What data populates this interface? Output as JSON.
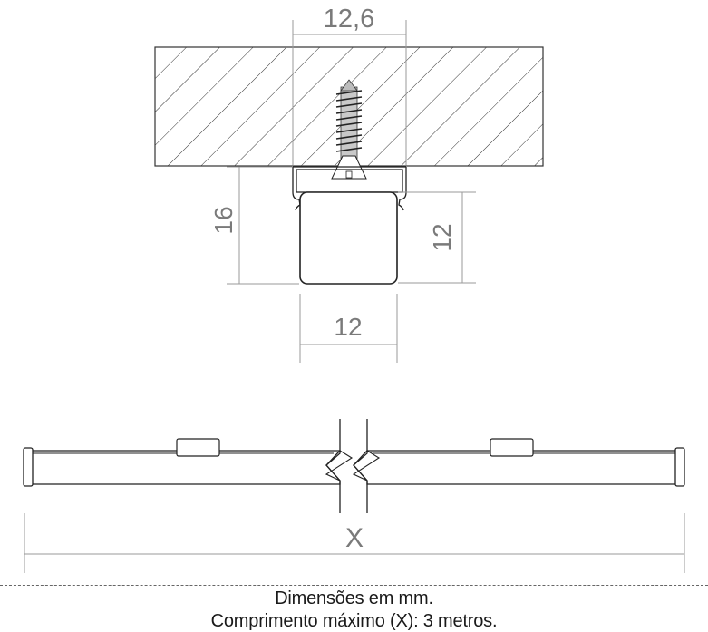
{
  "dimensions": {
    "mount_width": "12,6",
    "total_height": "16",
    "profile_height": "12",
    "profile_width": "12",
    "length": "X"
  },
  "notes": {
    "units": "Dimensões em mm.",
    "max_length": "Comprimento máximo (X): 3 metros."
  }
}
